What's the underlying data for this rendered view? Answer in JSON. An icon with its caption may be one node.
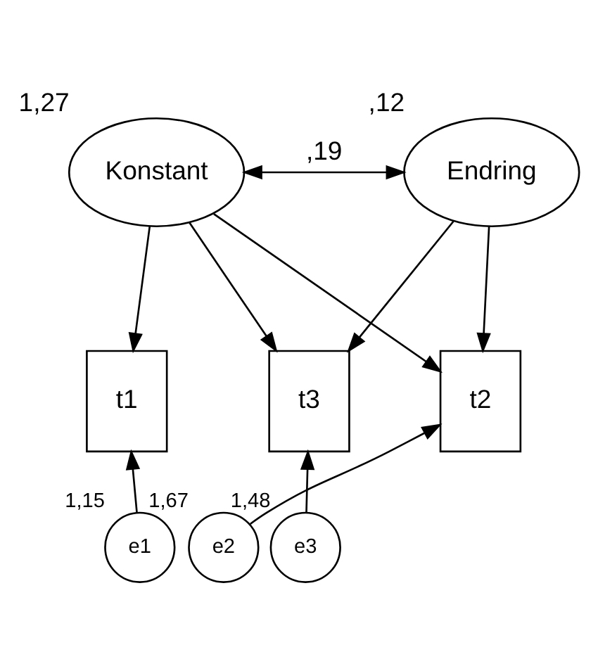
{
  "diagram": {
    "nodes": [
      {
        "text": [
          "Konstant"
        ],
        "beside": [
          "1,27"
        ]
      },
      {
        "text": [
          "Endring"
        ],
        "beside": [
          ",12"
        ]
      },
      {
        "text": [
          "t1"
        ]
      },
      {
        "text": [
          "t2"
        ]
      },
      {
        "text": [
          "t3"
        ]
      },
      {
        "text": [
          "e1"
        ],
        "beside": [
          "1,15"
        ]
      },
      {
        "text": [
          "e2"
        ],
        "beside": [
          "1,67"
        ]
      },
      {
        "text": [
          "e3"
        ],
        "beside": [
          "1,48"
        ]
      }
    ],
    "edges": [
      {
        "from": 0,
        "to": 1,
        "arrow": "both",
        "label": ",19"
      },
      {
        "from": 0,
        "to": 2,
        "arrow": "to"
      },
      {
        "from": 0,
        "to": 3,
        "arrow": "to"
      },
      {
        "from": 0,
        "to": 4,
        "arrow": "to"
      },
      {
        "from": 1,
        "to": 3,
        "arrow": "to"
      },
      {
        "from": 1,
        "to": 4,
        "arrow": "to"
      },
      {
        "from": 5,
        "to": 2,
        "arrow": "to"
      },
      {
        "from": 6,
        "to": 3,
        "arrow": "to"
      },
      {
        "from": 7,
        "to": 4,
        "arrow": "to"
      }
    ]
  }
}
